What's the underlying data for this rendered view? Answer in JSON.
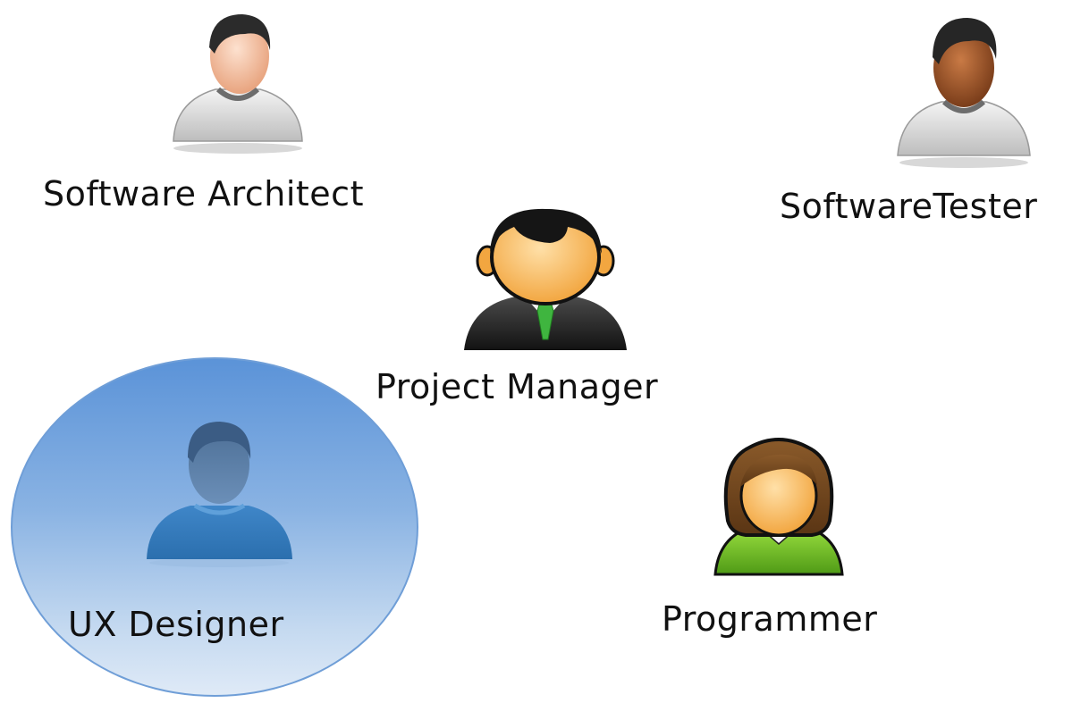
{
  "roles": {
    "software_architect": "Software Architect",
    "software_tester": "SoftwareTester",
    "project_manager": "Project Manager",
    "ux_designer": "UX Designer",
    "programmer": "Programmer"
  },
  "highlighted_role": "UX Designer",
  "colors": {
    "highlight_circle": "#5b93d8",
    "label_text": "#111111"
  },
  "icons": {
    "software_architect": "person-grey-shirt-icon",
    "software_tester": "person-dark-skin-grey-shirt-icon",
    "project_manager": "manager-suit-tie-icon",
    "ux_designer": "person-silhouette-icon",
    "programmer": "woman-green-shirt-icon"
  }
}
